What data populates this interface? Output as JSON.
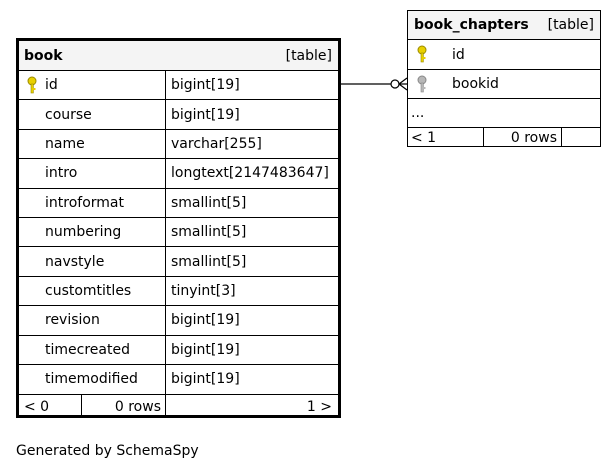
{
  "tables": {
    "book": {
      "name": "book",
      "kind": "[table]",
      "columns": [
        {
          "name": "id",
          "type": "bigint[19]",
          "pk": true
        },
        {
          "name": "course",
          "type": "bigint[19]"
        },
        {
          "name": "name",
          "type": "varchar[255]"
        },
        {
          "name": "intro",
          "type": "longtext[2147483647]"
        },
        {
          "name": "introformat",
          "type": "smallint[5]"
        },
        {
          "name": "numbering",
          "type": "smallint[5]"
        },
        {
          "name": "navstyle",
          "type": "smallint[5]"
        },
        {
          "name": "customtitles",
          "type": "tinyint[3]"
        },
        {
          "name": "revision",
          "type": "bigint[19]"
        },
        {
          "name": "timecreated",
          "type": "bigint[19]"
        },
        {
          "name": "timemodified",
          "type": "bigint[19]"
        }
      ],
      "footer": {
        "parents": "< 0",
        "rows": "0 rows",
        "children": "1 >"
      }
    },
    "book_chapters": {
      "name": "book_chapters",
      "kind": "[table]",
      "columns": [
        {
          "name": "id",
          "pk": true
        },
        {
          "name": "bookid",
          "fk": true
        }
      ],
      "more": "...",
      "footer": {
        "parents": "< 1",
        "rows": "0 rows",
        "children": ""
      }
    }
  },
  "relationship": {
    "from": "book_chapters.bookid",
    "to": "book.id"
  },
  "colors": {
    "pk_key": "#e8d000",
    "fk_key": "#b8b8b8"
  },
  "caption": "Generated by SchemaSpy"
}
